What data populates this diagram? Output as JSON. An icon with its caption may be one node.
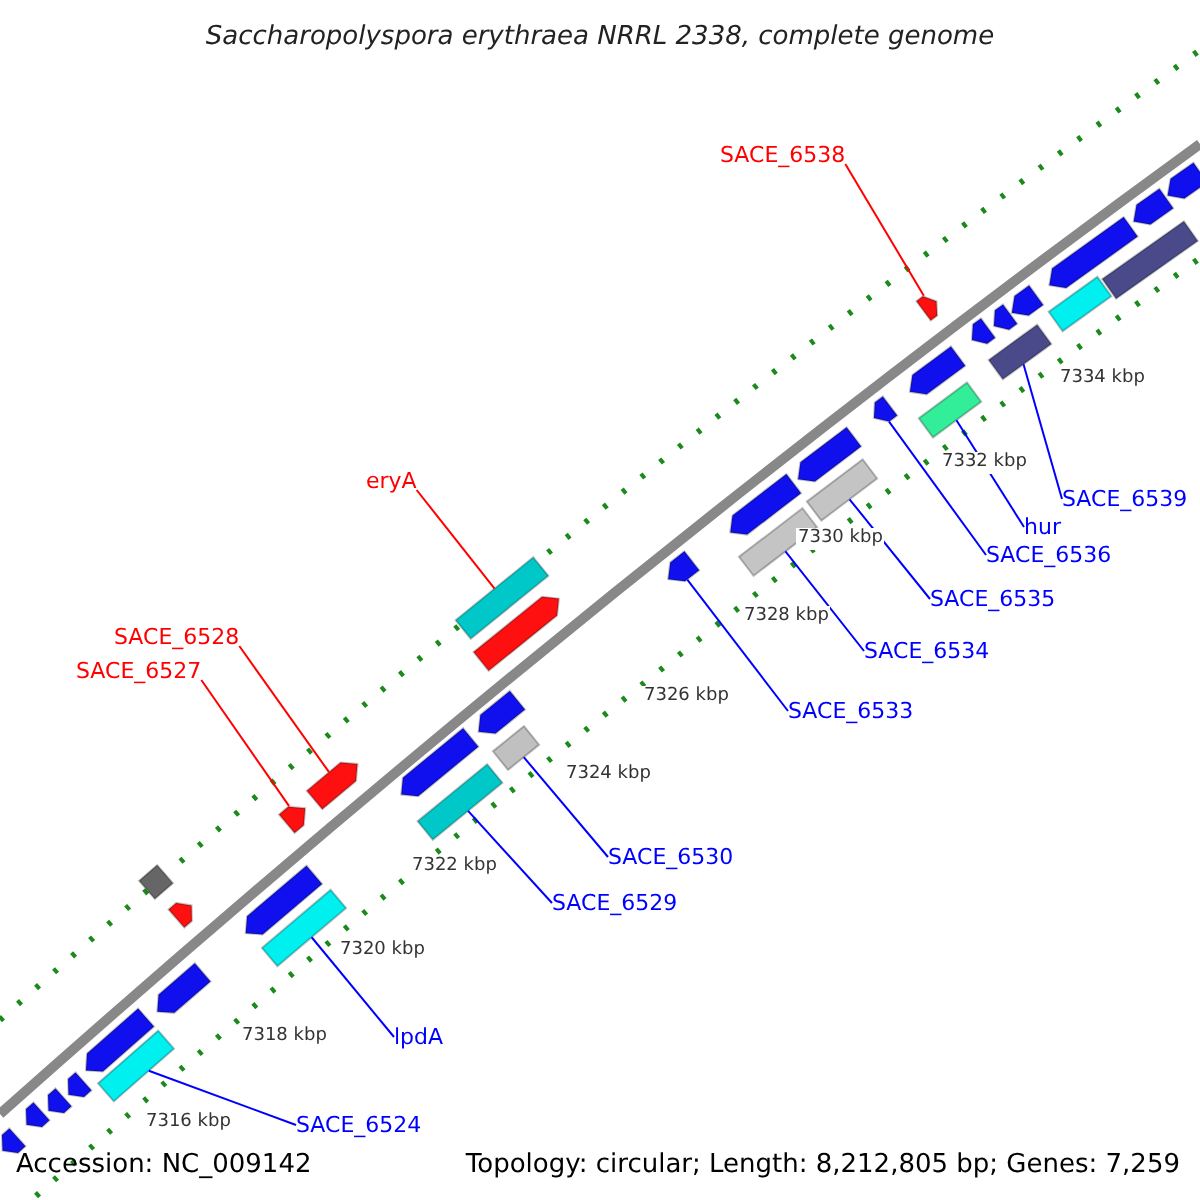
{
  "diagram": {
    "title": "Saccharopolyspora erythraea NRRL 2338, complete genome",
    "nodes": [
      {
        "text": [
          "SACE_6538"
        ]
      },
      {
        "text": [
          "eryA"
        ]
      },
      {
        "text": [
          "SACE_6528"
        ]
      },
      {
        "text": [
          "SACE_6527"
        ]
      },
      {
        "text": [
          "SACE_6524"
        ]
      },
      {
        "text": [
          "lpdA"
        ]
      },
      {
        "text": [
          "SACE_6529"
        ]
      },
      {
        "text": [
          "SACE_6530"
        ]
      },
      {
        "text": [
          "SACE_6533"
        ]
      },
      {
        "text": [
          "SACE_6534"
        ]
      },
      {
        "text": [
          "SACE_6535"
        ]
      },
      {
        "text": [
          "SACE_6536"
        ]
      },
      {
        "text": [
          "hur"
        ]
      },
      {
        "text": [
          "SACE_6539"
        ]
      },
      {
        "text": [],
        "shape": "arrow"
      },
      {
        "text": [],
        "shape": "arrow"
      },
      {
        "text": [],
        "shape": "arrow"
      },
      {
        "text": [],
        "shape": "arrow"
      },
      {
        "text": [],
        "shape": "arrow"
      },
      {
        "text": [],
        "shape": "bar"
      },
      {
        "text": [],
        "shape": "diamond"
      },
      {
        "text": [],
        "shape": "arrow"
      },
      {
        "text": [],
        "shape": "arrow"
      },
      {
        "text": [],
        "shape": "arrow"
      },
      {
        "text": [],
        "shape": "arrow"
      },
      {
        "text": [],
        "shape": "bar"
      },
      {
        "text": [],
        "shape": "arrow"
      },
      {
        "text": [],
        "shape": "arrow"
      },
      {
        "text": [],
        "shape": "bar"
      },
      {
        "text": [],
        "shape": "arrow"
      },
      {
        "text": [],
        "shape": "bar"
      },
      {
        "text": [],
        "shape": "bar"
      },
      {
        "text": [],
        "shape": "arrow"
      },
      {
        "text": [],
        "shape": "arrow"
      },
      {
        "text": [],
        "shape": "arrow"
      },
      {
        "text": [],
        "shape": "bar"
      },
      {
        "text": [],
        "shape": "arrow"
      },
      {
        "text": [],
        "shape": "bar"
      },
      {
        "text": [],
        "shape": "arrow"
      },
      {
        "text": [],
        "shape": "arrow"
      },
      {
        "text": [],
        "shape": "arrow"
      },
      {
        "text": [],
        "shape": "bar"
      },
      {
        "text": [],
        "shape": "arrow"
      },
      {
        "text": [],
        "shape": "arrow"
      },
      {
        "text": [],
        "shape": "bar"
      },
      {
        "text": [],
        "shape": "arrow"
      },
      {
        "text": [],
        "shape": "bar"
      },
      {
        "text": [],
        "shape": "arrow"
      },
      {
        "text": [],
        "shape": "arrow"
      },
      {
        "text": [],
        "shape": "bar"
      },
      {
        "text": [],
        "shape": "arrow"
      }
    ],
    "edges": [
      {
        "from": 0,
        "to": 39,
        "arrow": "none",
        "color": "#ff0000"
      },
      {
        "from": 1,
        "to": 30,
        "arrow": "none",
        "color": "#ff0000"
      },
      {
        "from": 2,
        "to": 26,
        "arrow": "none",
        "color": "#ff0000"
      },
      {
        "from": 3,
        "to": 24,
        "arrow": "none",
        "color": "#ff0000"
      },
      {
        "from": 4,
        "to": 19,
        "arrow": "none"
      },
      {
        "from": 5,
        "to": 25,
        "arrow": "none"
      },
      {
        "from": 6,
        "to": 28,
        "arrow": "none"
      },
      {
        "from": 7,
        "to": 31,
        "arrow": "none"
      },
      {
        "from": 8,
        "to": 33,
        "arrow": "none"
      },
      {
        "from": 9,
        "to": 35,
        "arrow": "none"
      },
      {
        "from": 10,
        "to": 37,
        "arrow": "none"
      },
      {
        "from": 11,
        "to": 38,
        "arrow": "none"
      },
      {
        "from": 12,
        "to": 41,
        "arrow": "none"
      },
      {
        "from": 13,
        "to": 44,
        "arrow": "none"
      }
    ],
    "labels": [
      "7316 kbp",
      "7318 kbp",
      "7320 kbp",
      "7322 kbp",
      "7324 kbp",
      "7326 kbp",
      "7328 kbp",
      "7330 kbp",
      "7332 kbp",
      "7334 kbp",
      "Accession: NC_009142",
      "Topology: circular; Length: 8,212,805 bp; Genes: 7,259"
    ]
  }
}
